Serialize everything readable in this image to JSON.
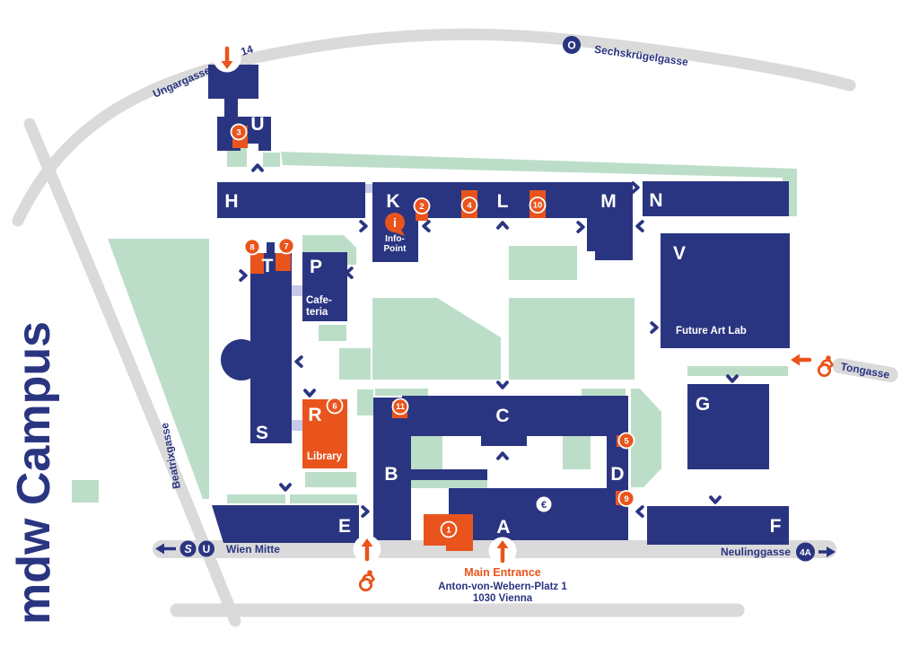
{
  "title": "mdw Campus",
  "streets": {
    "ungargasse": "Ungargasse",
    "sechskruegelgasse": "Sechskrügelgasse",
    "tongasse": "Tongasse",
    "beatrixgasse": "Beatrixgasse",
    "neulinggasse": "Neulinggasse",
    "wien_mitte": "Wien Mitte"
  },
  "transit": {
    "tram_o": "O",
    "tram_14": "14",
    "sbahn": "S",
    "ubahn": "U",
    "bus_4a": "4A"
  },
  "buildings": {
    "H": "H",
    "K": "K",
    "L": "L",
    "M": "M",
    "N": "N",
    "U": "U",
    "T": "T",
    "P": "P",
    "V": "V",
    "S": "S",
    "R": "R",
    "B": "B",
    "C": "C",
    "D": "D",
    "E": "E",
    "F": "F",
    "G": "G",
    "A": "A"
  },
  "places": {
    "info_icon": "i",
    "info_line1": "Info-",
    "info_line2": "Point",
    "cafeteria_line1": "Cafe-",
    "cafeteria_line2": "teria",
    "library": "Library",
    "future_art_lab": "Future Art Lab",
    "euro": "€"
  },
  "entrance": {
    "title": "Main Entrance",
    "address_line1": "Anton-von-Webern-Platz 1",
    "address_line2": "1030 Vienna"
  },
  "markers": {
    "m1": "1",
    "m2": "2",
    "m3": "3",
    "m4": "4",
    "m5": "5",
    "m6": "6",
    "m7": "7",
    "m8": "8",
    "m9": "9",
    "m10": "10",
    "m11": "11"
  },
  "colors": {
    "building_blue": "#2A3581",
    "accent_orange": "#E9541D",
    "green_space": "#BCDEC8",
    "road_gray": "#DADADA",
    "connector_lavender": "#C6CAE8"
  }
}
